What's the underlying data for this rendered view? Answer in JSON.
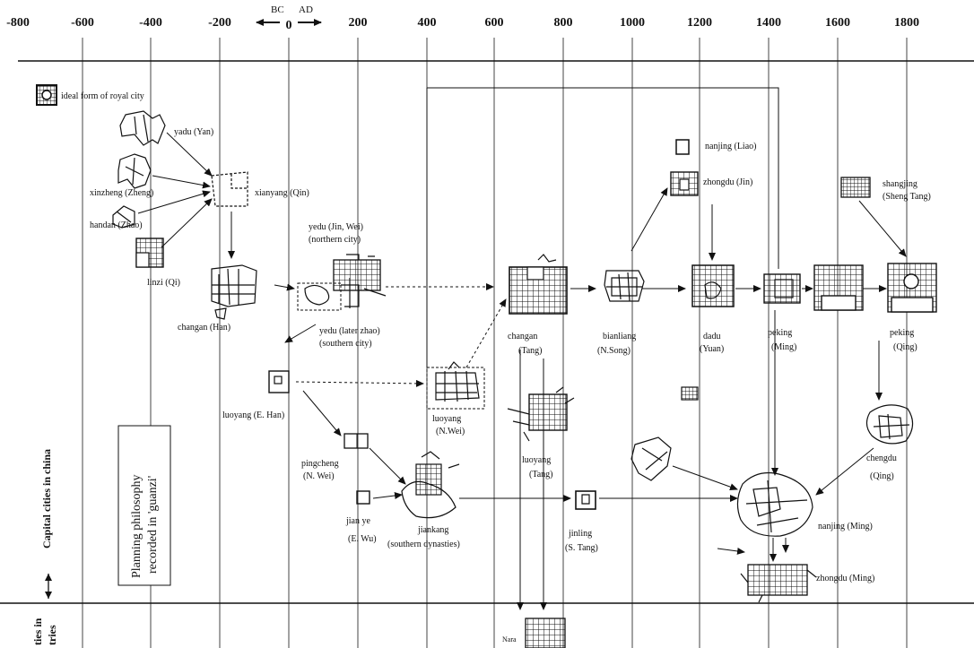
{
  "timeline": {
    "ticks": [
      "-800",
      "-600",
      "-400",
      "-200",
      "0",
      "200",
      "400",
      "600",
      "800",
      "1000",
      "1200",
      "1400",
      "1600",
      "1800"
    ],
    "bc_label": "BC",
    "ad_label": "AD"
  },
  "side_labels": {
    "capital_cities": "Capital cities in china",
    "neighbouring_line1": "ties in",
    "neighbouring_line2": "tries",
    "philosophy_line1": "Planning philosophy",
    "philosophy_line2": "recorded in 'guanzi'"
  },
  "cities": [
    {
      "key": "ideal",
      "lines": [
        "ideal form of royal city"
      ]
    },
    {
      "key": "yandu",
      "lines": [
        "yadu (Yan)"
      ]
    },
    {
      "key": "xinzheng",
      "lines": [
        "xinzheng (Zheng)"
      ]
    },
    {
      "key": "handan",
      "lines": [
        "handan (Zhao)"
      ]
    },
    {
      "key": "linzi",
      "lines": [
        "linzi (Qi)"
      ]
    },
    {
      "key": "xianyang",
      "lines": [
        "xianyang (Qin)"
      ]
    },
    {
      "key": "changan_han",
      "lines": [
        "changan (Han)"
      ]
    },
    {
      "key": "yedu_north",
      "lines": [
        "yedu (Jin, Wei)",
        "(northern city)"
      ]
    },
    {
      "key": "yedu_south",
      "lines": [
        "yedu (later zhao)",
        "(southern city)"
      ]
    },
    {
      "key": "luoyang_han",
      "lines": [
        "luoyang (E. Han)"
      ]
    },
    {
      "key": "pingcheng",
      "lines": [
        "pingcheng",
        "(N. Wei)"
      ]
    },
    {
      "key": "jianye",
      "lines": [
        "jian ye",
        "(E. Wu)"
      ]
    },
    {
      "key": "jiankang",
      "lines": [
        "jiankang",
        "(southern dynasties)"
      ]
    },
    {
      "key": "luoyang_wei",
      "lines": [
        "luoyang",
        "(N.Wei)"
      ]
    },
    {
      "key": "changan_tang",
      "lines": [
        "changan",
        "(Tang)"
      ]
    },
    {
      "key": "luoyang_tang",
      "lines": [
        "luoyang",
        "(Tang)"
      ]
    },
    {
      "key": "jinling",
      "lines": [
        "jinling",
        "(S. Tang)"
      ]
    },
    {
      "key": "bianliang",
      "lines": [
        "bianliang",
        "(N.Song)"
      ]
    },
    {
      "key": "nanjing_liao",
      "lines": [
        "nanjing (Liao)"
      ]
    },
    {
      "key": "zhongdu_jin",
      "lines": [
        "zhongdu (Jin)"
      ]
    },
    {
      "key": "dadu",
      "lines": [
        "dadu",
        "(Yuan)"
      ]
    },
    {
      "key": "peking_ming",
      "lines": [
        "peking",
        "(Ming)"
      ]
    },
    {
      "key": "shangjing",
      "lines": [
        "shangjing",
        "(Sheng Tang)"
      ]
    },
    {
      "key": "peking_qing",
      "lines": [
        "peking",
        "(Qing)"
      ]
    },
    {
      "key": "chengdu",
      "lines": [
        "chengdu",
        "(Qing)"
      ]
    },
    {
      "key": "nanjing_ming",
      "lines": [
        "nanjing (Ming)"
      ]
    },
    {
      "key": "zhongdu_ming",
      "lines": [
        "zhongdu (Ming)"
      ]
    },
    {
      "key": "nara",
      "lines": [
        "Nara"
      ]
    }
  ]
}
